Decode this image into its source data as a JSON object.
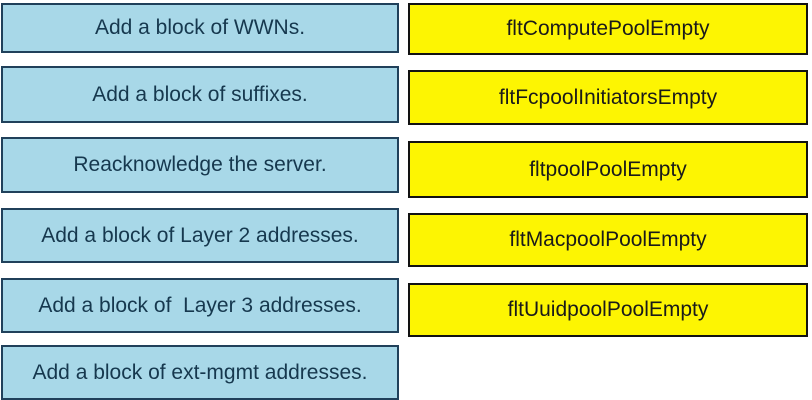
{
  "quiz": {
    "kind": "drag-and-drop-matching",
    "left_column": {
      "role": "actions",
      "items": [
        {
          "label": "Add a block of WWNs."
        },
        {
          "label": "Add a block of suffixes."
        },
        {
          "label": "Reacknowledge the server."
        },
        {
          "label": "Add a block of Layer 2 addresses."
        },
        {
          "label": "Add a block of  Layer 3 addresses."
        },
        {
          "label": "Add a block of ext-mgmt addresses."
        }
      ]
    },
    "right_column": {
      "role": "fault-names",
      "items": [
        {
          "label": "fltComputePoolEmpty"
        },
        {
          "label": "fltFcpoolInitiatorsEmpty"
        },
        {
          "label": "fltpoolPoolEmpty"
        },
        {
          "label": "fltMacpoolPoolEmpty"
        },
        {
          "label": "fltUuidpoolPoolEmpty"
        }
      ]
    },
    "colors": {
      "action_fill": "#a8d8e8",
      "action_border": "#20405a",
      "action_text": "#16384e",
      "fault_fill": "#fdf502",
      "fault_border": "#121212",
      "fault_text": "#1a1a1a",
      "background": "#ffffff"
    }
  }
}
